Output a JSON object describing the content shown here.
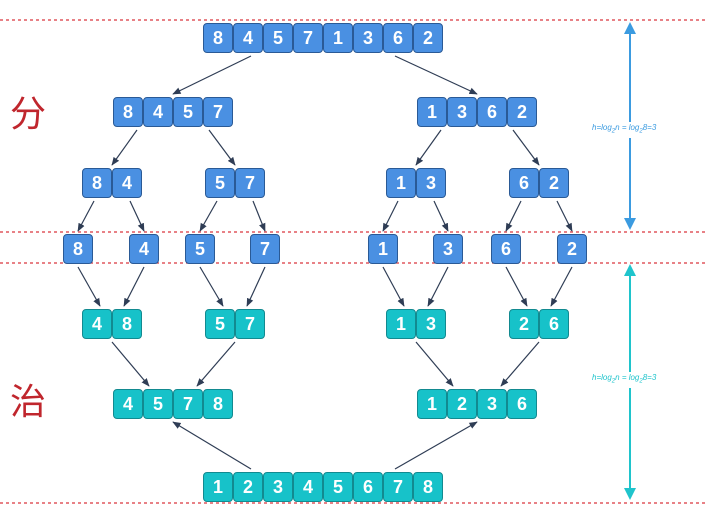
{
  "labels": {
    "divide": "分",
    "conquer": "治"
  },
  "annotations": {
    "divide_height": {
      "h": "h=log",
      "sub": "2",
      "mid": "n = log",
      "sub2": "2",
      "tail": "8=3"
    },
    "conquer_height": {
      "h": "h=log",
      "sub": "2",
      "mid": "n = log",
      "sub2": "2",
      "tail": "8=3"
    }
  },
  "colors": {
    "divide_cell": "#4a90e2",
    "conquer_cell": "#17c2c9",
    "arrow": "#2f3d55",
    "guide_line": "#d9363e",
    "divide_measure": "#3b9be0",
    "conquer_measure": "#1fc4cc",
    "stage_label": "#c0262d"
  },
  "nodes": [
    {
      "id": "d0",
      "stage": "divide",
      "values": [
        "8",
        "4",
        "5",
        "7",
        "1",
        "3",
        "6",
        "2"
      ]
    },
    {
      "id": "d1a",
      "stage": "divide",
      "values": [
        "8",
        "4",
        "5",
        "7"
      ]
    },
    {
      "id": "d1b",
      "stage": "divide",
      "values": [
        "1",
        "3",
        "6",
        "2"
      ]
    },
    {
      "id": "d2a",
      "stage": "divide",
      "values": [
        "8",
        "4"
      ]
    },
    {
      "id": "d2b",
      "stage": "divide",
      "values": [
        "5",
        "7"
      ]
    },
    {
      "id": "d2c",
      "stage": "divide",
      "values": [
        "1",
        "3"
      ]
    },
    {
      "id": "d2d",
      "stage": "divide",
      "values": [
        "6",
        "2"
      ]
    },
    {
      "id": "d3a",
      "stage": "divide",
      "values": [
        "8"
      ]
    },
    {
      "id": "d3b",
      "stage": "divide",
      "values": [
        "4"
      ]
    },
    {
      "id": "d3c",
      "stage": "divide",
      "values": [
        "5"
      ]
    },
    {
      "id": "d3d",
      "stage": "divide",
      "values": [
        "7"
      ]
    },
    {
      "id": "d3e",
      "stage": "divide",
      "values": [
        "1"
      ]
    },
    {
      "id": "d3f",
      "stage": "divide",
      "values": [
        "3"
      ]
    },
    {
      "id": "d3g",
      "stage": "divide",
      "values": [
        "6"
      ]
    },
    {
      "id": "d3h",
      "stage": "divide",
      "values": [
        "2"
      ]
    },
    {
      "id": "c1a",
      "stage": "conquer",
      "values": [
        "4",
        "8"
      ]
    },
    {
      "id": "c1b",
      "stage": "conquer",
      "values": [
        "5",
        "7"
      ]
    },
    {
      "id": "c1c",
      "stage": "conquer",
      "values": [
        "1",
        "3"
      ]
    },
    {
      "id": "c1d",
      "stage": "conquer",
      "values": [
        "2",
        "6"
      ]
    },
    {
      "id": "c2a",
      "stage": "conquer",
      "values": [
        "4",
        "5",
        "7",
        "8"
      ]
    },
    {
      "id": "c2b",
      "stage": "conquer",
      "values": [
        "1",
        "2",
        "3",
        "6"
      ]
    },
    {
      "id": "c3",
      "stage": "conquer",
      "values": [
        "1",
        "2",
        "3",
        "4",
        "5",
        "6",
        "7",
        "8"
      ]
    }
  ],
  "edges": [
    [
      "d0",
      "d1a"
    ],
    [
      "d0",
      "d1b"
    ],
    [
      "d1a",
      "d2a"
    ],
    [
      "d1a",
      "d2b"
    ],
    [
      "d1b",
      "d2c"
    ],
    [
      "d1b",
      "d2d"
    ],
    [
      "d2a",
      "d3a"
    ],
    [
      "d2a",
      "d3b"
    ],
    [
      "d2b",
      "d3c"
    ],
    [
      "d2b",
      "d3d"
    ],
    [
      "d2c",
      "d3e"
    ],
    [
      "d2c",
      "d3f"
    ],
    [
      "d2d",
      "d3g"
    ],
    [
      "d2d",
      "d3h"
    ],
    [
      "d3a",
      "c1a"
    ],
    [
      "d3b",
      "c1a"
    ],
    [
      "d3c",
      "c1b"
    ],
    [
      "d3d",
      "c1b"
    ],
    [
      "d3e",
      "c1c"
    ],
    [
      "d3f",
      "c1c"
    ],
    [
      "d3g",
      "c1d"
    ],
    [
      "d3h",
      "c1d"
    ],
    [
      "c1a",
      "c2a"
    ],
    [
      "c1b",
      "c2a"
    ],
    [
      "c1c",
      "c2b"
    ],
    [
      "c1d",
      "c2b"
    ],
    [
      "c3",
      "c2a"
    ],
    [
      "c3",
      "c2b"
    ]
  ]
}
